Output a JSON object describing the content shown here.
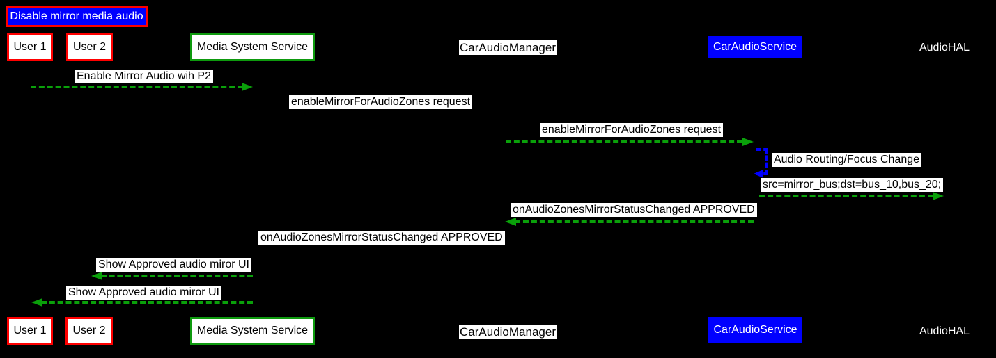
{
  "diagram": {
    "title": "Disable mirror media audio",
    "actors": [
      {
        "id": "user1",
        "label": "User 1",
        "style": "red-border"
      },
      {
        "id": "user2",
        "label": "User 2",
        "style": "red-border"
      },
      {
        "id": "media-system-service",
        "label": "Media System Service",
        "style": "green-border"
      },
      {
        "id": "car-audio-manager",
        "label": "CarAudioManager",
        "style": "white-strip"
      },
      {
        "id": "car-audio-service",
        "label": "CarAudioService",
        "style": "blue-fill"
      },
      {
        "id": "audio-hal",
        "label": "AudioHAL",
        "style": "bare-text"
      }
    ],
    "messages": [
      {
        "label": "Enable Mirror Audio wih P2",
        "from": "user1",
        "to": "media-system-service",
        "direction": "right",
        "arrow_color": "green",
        "arrow_visible": true
      },
      {
        "label": "enableMirrorForAudioZones request",
        "from": "media-system-service",
        "to": "car-audio-manager",
        "direction": "right",
        "arrow_color": "black",
        "arrow_visible": false
      },
      {
        "label": "enableMirrorForAudioZones request",
        "from": "car-audio-manager",
        "to": "car-audio-service",
        "direction": "right",
        "arrow_color": "green",
        "arrow_visible": true
      },
      {
        "label": "Audio Routing/Focus Change",
        "from": "car-audio-service",
        "to": "car-audio-service",
        "direction": "self",
        "arrow_color": "blue",
        "arrow_visible": true
      },
      {
        "label": "src=mirror_bus;dst=bus_10,bus_20;",
        "from": "car-audio-service",
        "to": "audio-hal",
        "direction": "right",
        "arrow_color": "green",
        "arrow_visible": true
      },
      {
        "label": "onAudioZonesMirrorStatusChanged APPROVED",
        "from": "car-audio-service",
        "to": "car-audio-manager",
        "direction": "left",
        "arrow_color": "green",
        "arrow_visible": true
      },
      {
        "label": "onAudioZonesMirrorStatusChanged APPROVED",
        "from": "car-audio-manager",
        "to": "media-system-service",
        "direction": "left",
        "arrow_color": "black",
        "arrow_visible": false
      },
      {
        "label": "Show Approved audio miror UI",
        "from": "media-system-service",
        "to": "user2",
        "direction": "left",
        "arrow_color": "green",
        "arrow_visible": true
      },
      {
        "label": "Show Approved audio miror UI",
        "from": "media-system-service",
        "to": "user1",
        "direction": "left",
        "arrow_color": "green",
        "arrow_visible": true
      }
    ],
    "colors": {
      "background": "#000000",
      "arrow_green": "#0AA00A",
      "arrow_blue": "#0000FF",
      "red_border": "#FF0000",
      "green_border": "#0E9A0E",
      "blue_fill": "#0000FF",
      "label_background": "#FFFFFF",
      "label_text": "#000000",
      "light_text": "#FFFFFF"
    }
  }
}
